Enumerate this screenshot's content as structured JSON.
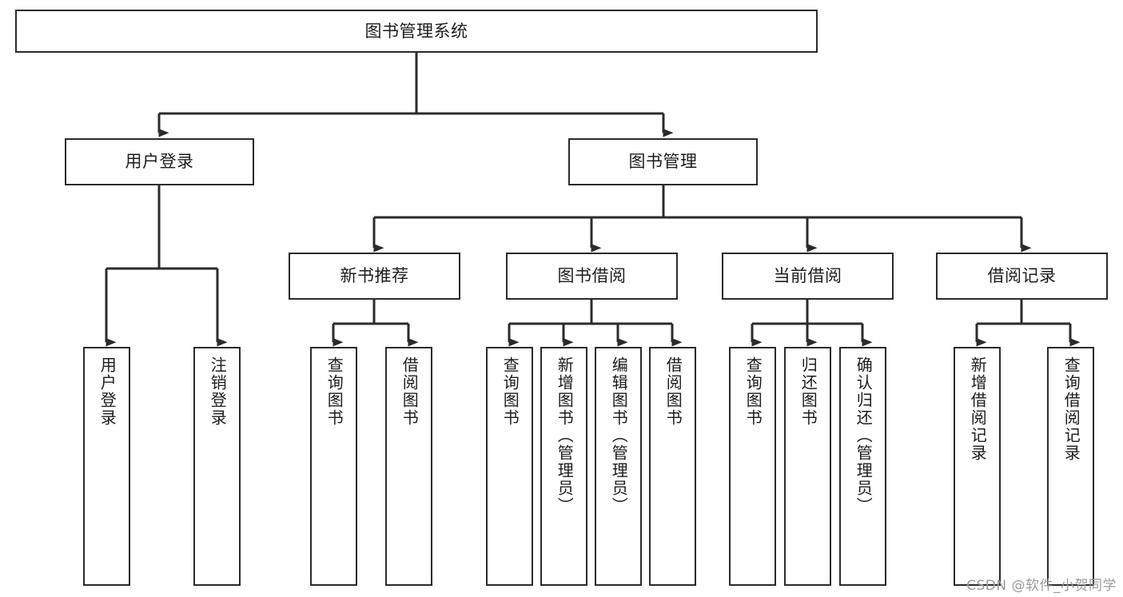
{
  "diagram": {
    "title": "图书管理系统",
    "type": "hierarchy-tree",
    "watermark": "CSDN @软件_小贺同学",
    "colors": {
      "box_border": "#2b2b2b",
      "box_fill": "#ffffff",
      "connector": "#2b2b2b",
      "background": "#ffffff",
      "watermark_text": "#9a9a9a"
    },
    "root": {
      "label": "图书管理系统"
    },
    "level2": [
      {
        "label": "用户登录"
      },
      {
        "label": "图书管理"
      }
    ],
    "level3": [
      {
        "label": "新书推荐"
      },
      {
        "label": "图书借阅"
      },
      {
        "label": "当前借阅"
      },
      {
        "label": "借阅记录"
      }
    ],
    "leaves": {
      "user_login": [
        {
          "label": "用户登录"
        },
        {
          "label": "注销登录"
        }
      ],
      "new_book_recommend": [
        {
          "label": "查询图书"
        },
        {
          "label": "借阅图书"
        }
      ],
      "book_borrow": [
        {
          "label": "查询图书"
        },
        {
          "label": "新增图书（管理员）"
        },
        {
          "label": "编辑图书（管理员）"
        },
        {
          "label": "借阅图书"
        }
      ],
      "current_borrow": [
        {
          "label": "查询图书"
        },
        {
          "label": "归还图书"
        },
        {
          "label": "确认归还（管理员）"
        }
      ],
      "borrow_record": [
        {
          "label": "新增借阅记录"
        },
        {
          "label": "查询借阅记录"
        }
      ]
    }
  }
}
